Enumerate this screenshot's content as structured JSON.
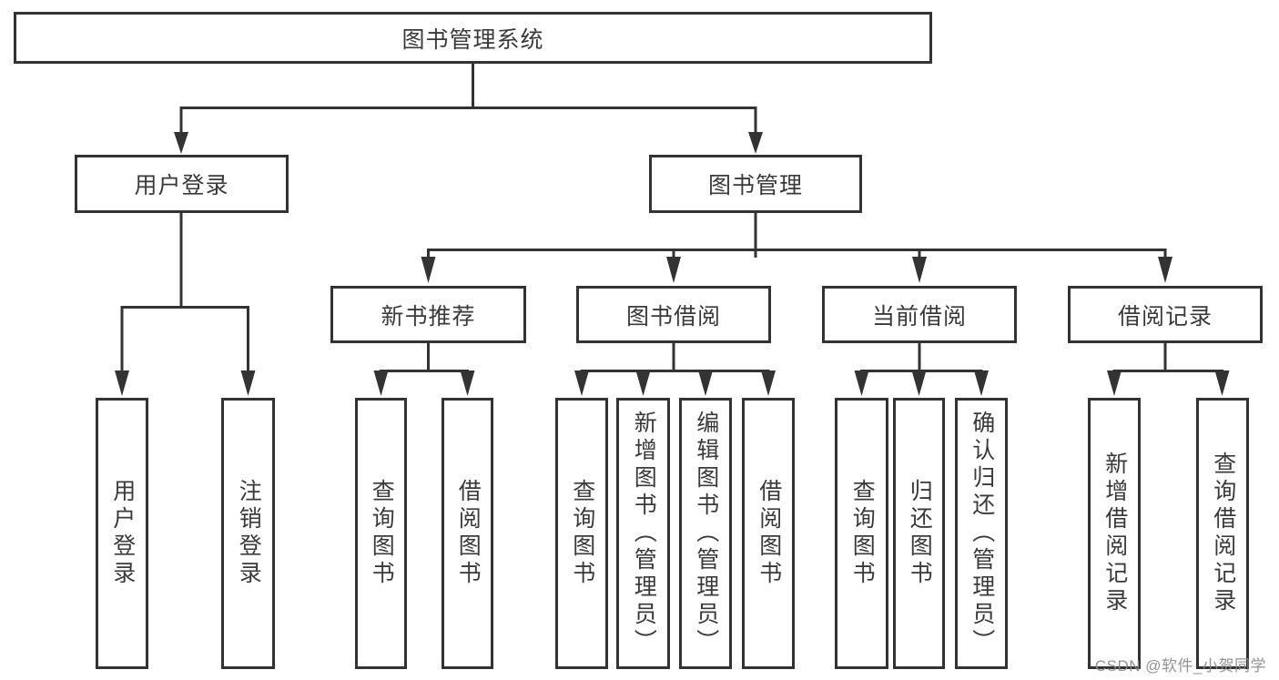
{
  "diagram_title": "图书管理系统",
  "colors": {
    "line": "#333333",
    "box_border": "#333333",
    "box_background": "#ffffff",
    "text": "#3a3a3a",
    "watermark": "#8a8a8a"
  },
  "tree": {
    "root": "图书管理系统",
    "branches": [
      {
        "label": "用户登录",
        "children": [
          {
            "label": "用户登录"
          },
          {
            "label": "注销登录"
          }
        ]
      },
      {
        "label": "图书管理",
        "sections": [
          {
            "label": "新书推荐",
            "children": [
              {
                "label": "查询图书"
              },
              {
                "label": "借阅图书"
              }
            ]
          },
          {
            "label": "图书借阅",
            "children": [
              {
                "label": "查询图书"
              },
              {
                "label": "新增图书（管理员）"
              },
              {
                "label": "编辑图书（管理员）"
              },
              {
                "label": "借阅图书"
              }
            ]
          },
          {
            "label": "当前借阅",
            "children": [
              {
                "label": "查询图书"
              },
              {
                "label": "归还图书"
              },
              {
                "label": "确认归还（管理员）"
              }
            ]
          },
          {
            "label": "借阅记录",
            "children": [
              {
                "label": "新增借阅记录"
              },
              {
                "label": "查询借阅记录"
              }
            ]
          }
        ]
      }
    ]
  },
  "watermark": "CSDN @软件_小贺同学"
}
